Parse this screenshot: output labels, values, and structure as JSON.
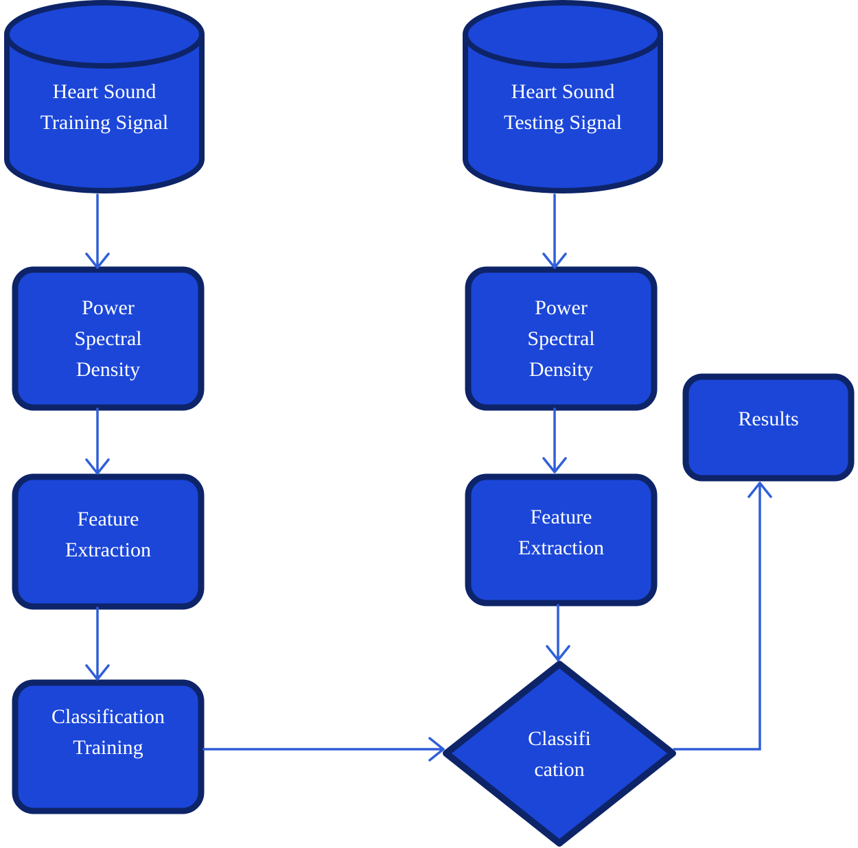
{
  "colors": {
    "node_fill": "#1b46d8",
    "node_border": "#0e2468",
    "arrow": "#2f5fd8",
    "label_text": "#ffffff",
    "background": "#ffffff"
  },
  "diagram": {
    "nodes": {
      "training_signal": {
        "label": "Heart Sound\nTraining Signal",
        "shape": "cylinder"
      },
      "training_psd": {
        "label": "Power\nSpectral\nDensity",
        "shape": "rounded-rect"
      },
      "training_feature_extraction": {
        "label": "Feature\nExtraction",
        "shape": "rounded-rect"
      },
      "classification_training": {
        "label": "Classification\nTraining",
        "shape": "rounded-rect"
      },
      "testing_signal": {
        "label": "Heart Sound\nTesting Signal",
        "shape": "cylinder"
      },
      "testing_psd": {
        "label": "Power\nSpectral\nDensity",
        "shape": "rounded-rect"
      },
      "testing_feature_extraction": {
        "label": "Feature\nExtraction",
        "shape": "rounded-rect"
      },
      "classification": {
        "label": "Classifi\ncation",
        "shape": "diamond"
      },
      "results": {
        "label": "Results",
        "shape": "rounded-rect"
      }
    },
    "edges": [
      {
        "from": "training_signal",
        "to": "training_psd"
      },
      {
        "from": "training_psd",
        "to": "training_feature_extraction"
      },
      {
        "from": "training_feature_extraction",
        "to": "classification_training"
      },
      {
        "from": "classification_training",
        "to": "classification"
      },
      {
        "from": "testing_signal",
        "to": "testing_psd"
      },
      {
        "from": "testing_psd",
        "to": "testing_feature_extraction"
      },
      {
        "from": "testing_feature_extraction",
        "to": "classification"
      },
      {
        "from": "classification",
        "to": "results"
      }
    ]
  }
}
